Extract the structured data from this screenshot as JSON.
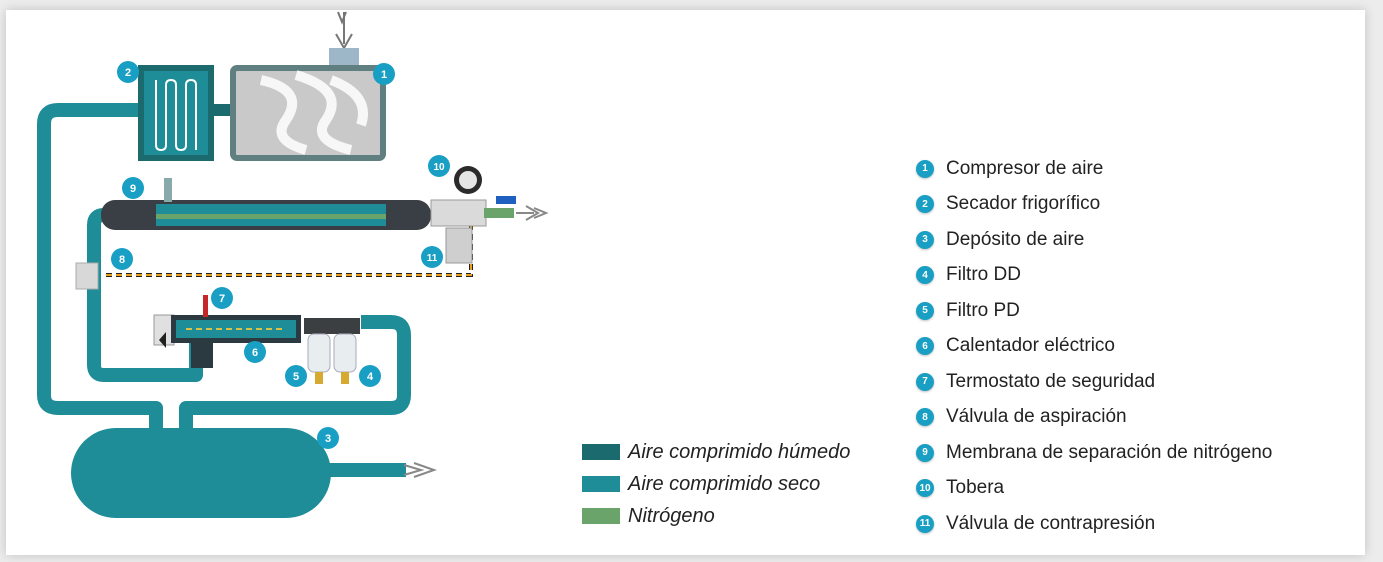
{
  "colors": {
    "humid": "#1b6a6d",
    "dry": "#1e8d98",
    "nitrogen": "#6aa46a",
    "badge": "#1a9fc4"
  },
  "legend": [
    {
      "label": "Aire comprimido húmedo",
      "color_key": "humid"
    },
    {
      "label": "Aire comprimido seco",
      "color_key": "dry"
    },
    {
      "label": "Nitrógeno",
      "color_key": "nitrogen"
    }
  ],
  "parts": [
    {
      "number": "1",
      "label": "Compresor de aire"
    },
    {
      "number": "2",
      "label": "Secador frigorífico"
    },
    {
      "number": "3",
      "label": "Depósito de aire"
    },
    {
      "number": "4",
      "label": "Filtro DD"
    },
    {
      "number": "5",
      "label": "Filtro PD"
    },
    {
      "number": "6",
      "label": "Calentador eléctrico"
    },
    {
      "number": "7",
      "label": "Termostato de seguridad"
    },
    {
      "number": "8",
      "label": "Válvula de aspiración"
    },
    {
      "number": "9",
      "label": "Membrana de separación de nitrógeno"
    },
    {
      "number": "10",
      "label": "Tobera"
    },
    {
      "number": "11",
      "label": "Válvula de contrapresión"
    }
  ],
  "diagram_badges": [
    "1",
    "2",
    "3",
    "4",
    "5",
    "6",
    "7",
    "8",
    "9",
    "10",
    "11"
  ]
}
